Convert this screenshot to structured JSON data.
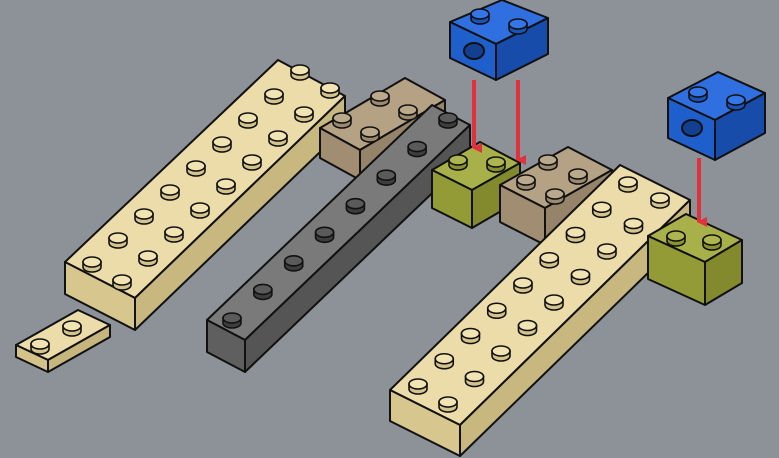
{
  "scene": {
    "kind": "lego-instruction-step",
    "background": "#8c9297",
    "outline": "#111111",
    "arrow_color": "#e0323c",
    "colors": {
      "tan": "#dccb96",
      "dark_tan": "#a7947a",
      "dark_gray": "#6b6b6b",
      "olive": "#9aa23c",
      "blue": "#1f5fcc"
    }
  },
  "parts": [
    {
      "name": "tan-plate-left",
      "color": "tan"
    },
    {
      "name": "tan-brick-left-long",
      "color": "tan"
    },
    {
      "name": "dark-tan-brick-left",
      "color": "dark_tan"
    },
    {
      "name": "dark-gray-brick",
      "color": "dark_gray"
    },
    {
      "name": "olive-brick-center",
      "color": "olive"
    },
    {
      "name": "dark-tan-brick-right",
      "color": "dark_tan"
    },
    {
      "name": "tan-brick-right-long",
      "color": "tan"
    },
    {
      "name": "olive-brick-right",
      "color": "olive"
    },
    {
      "name": "blue-technic-brick-top",
      "color": "blue",
      "studs": 2,
      "has_hole": true
    },
    {
      "name": "blue-technic-brick-right",
      "color": "blue",
      "studs": 2,
      "has_hole": true
    }
  ],
  "arrows": 3
}
